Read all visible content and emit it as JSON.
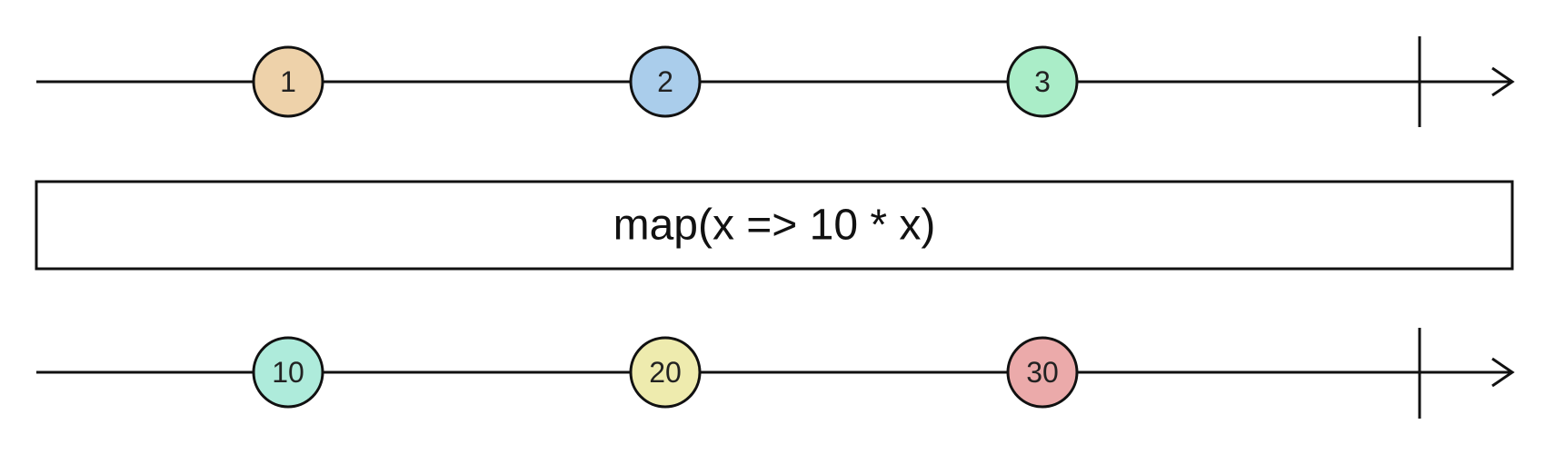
{
  "input_stream": {
    "marbles": [
      {
        "label": "1",
        "color": "#EED2AA"
      },
      {
        "label": "2",
        "color": "#AACDEB"
      },
      {
        "label": "3",
        "color": "#AAEDC8"
      }
    ],
    "completed": true
  },
  "operator": {
    "label": "map(x => 10 * x)"
  },
  "output_stream": {
    "marbles": [
      {
        "label": "10",
        "color": "#AEEBDB"
      },
      {
        "label": "20",
        "color": "#EEEBAE"
      },
      {
        "label": "30",
        "color": "#EBAAAA"
      }
    ],
    "completed": true
  }
}
